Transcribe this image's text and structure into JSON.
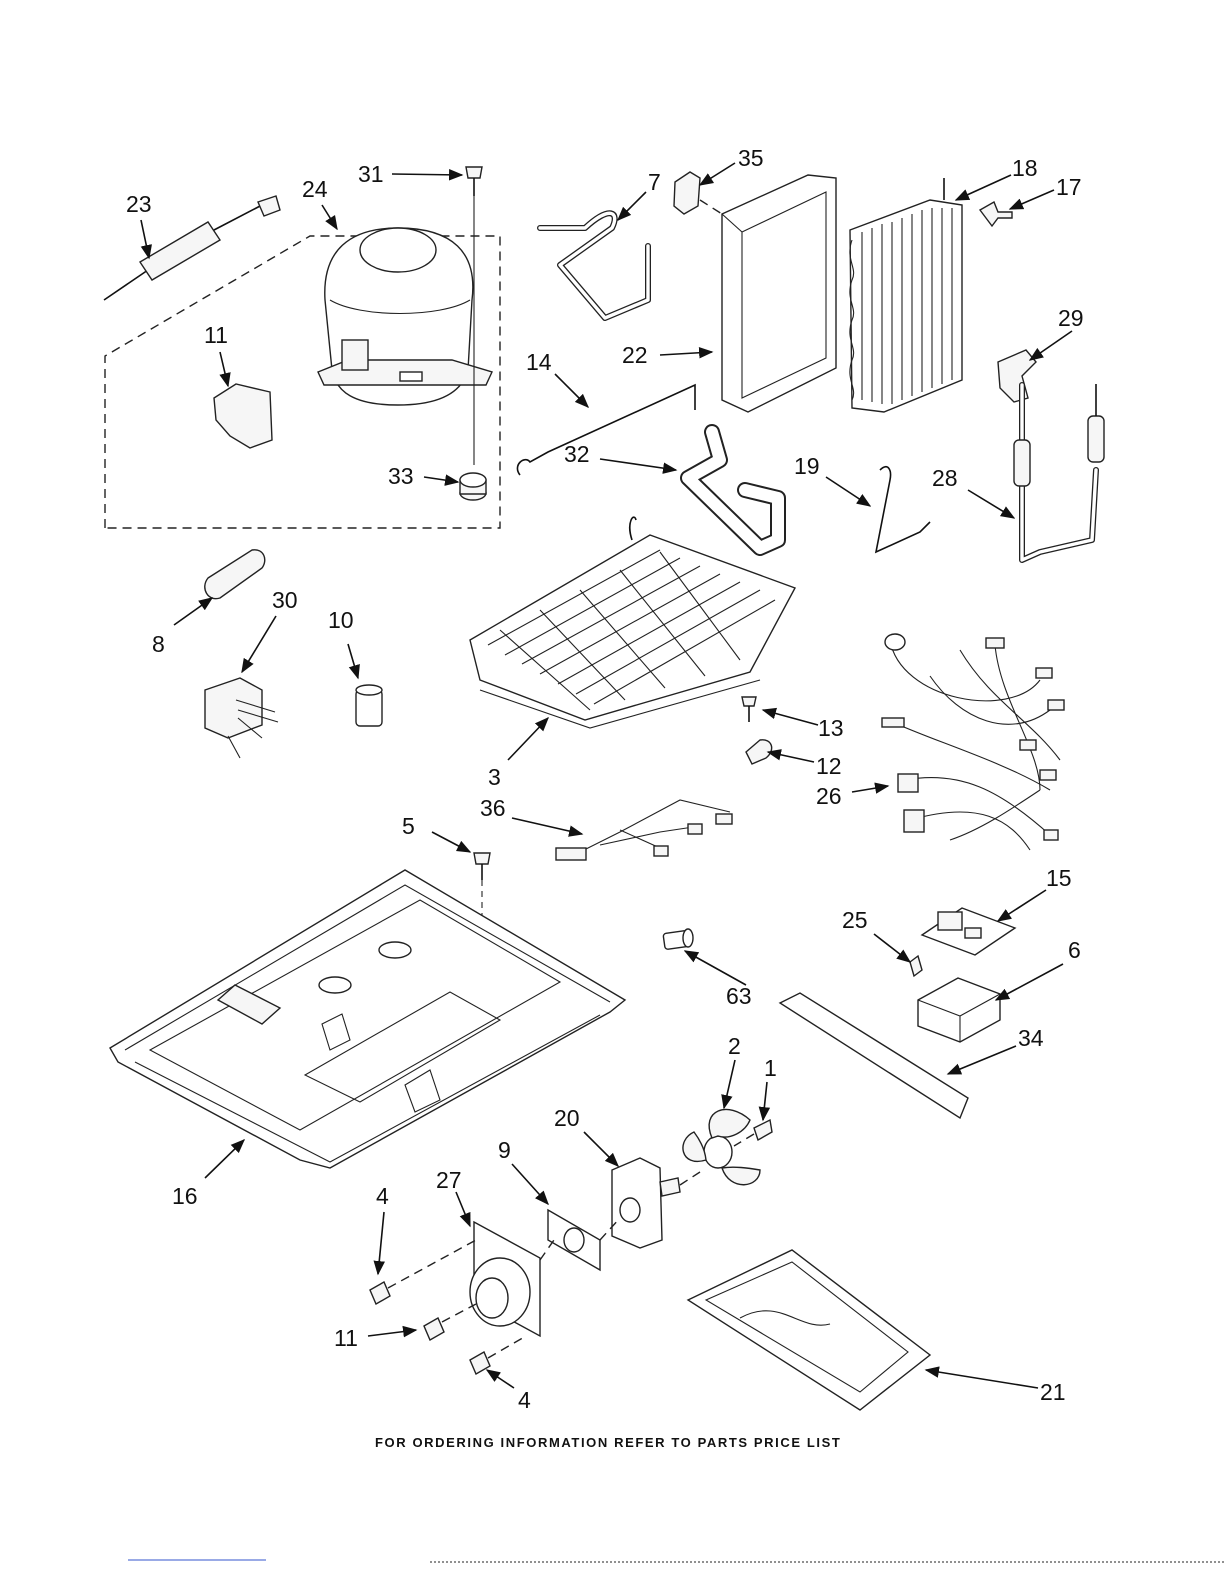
{
  "callouts": {
    "c1": "1",
    "c2": "2",
    "c3": "3",
    "c4a": "4",
    "c4b": "4",
    "c5": "5",
    "c6": "6",
    "c7": "7",
    "c8": "8",
    "c9": "9",
    "c10": "10",
    "c11a": "11",
    "c11b": "11",
    "c12": "12",
    "c13": "13",
    "c14": "14",
    "c15": "15",
    "c16": "16",
    "c17": "17",
    "c18": "18",
    "c19": "19",
    "c20": "20",
    "c21": "21",
    "c22": "22",
    "c23": "23",
    "c24": "24",
    "c25": "25",
    "c26": "26",
    "c27": "27",
    "c28": "28",
    "c29": "29",
    "c30": "30",
    "c31": "31",
    "c32": "32",
    "c33": "33",
    "c34": "34",
    "c35": "35",
    "c36": "36",
    "c63": "63"
  },
  "footer": "FOR ORDERING INFORMATION REFER TO PARTS PRICE LIST"
}
